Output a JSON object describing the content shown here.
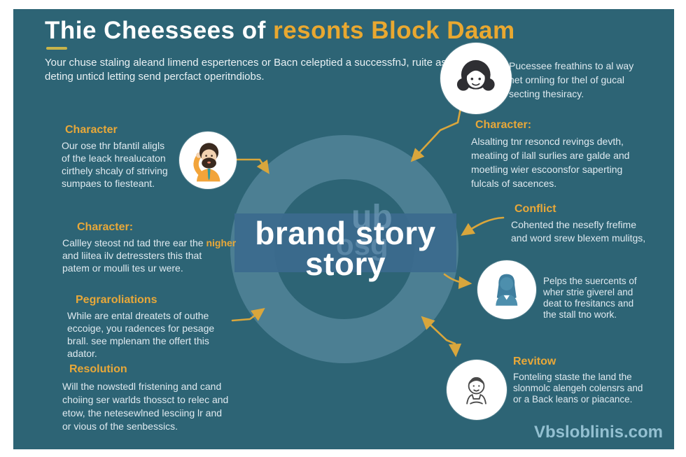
{
  "header": {
    "title_white": "Thie Cheessees of",
    "title_accent": " resonts Block Daam",
    "subtitle_lines": [
      "Your chuse staling aleand limend espertences or Bacn celeptied a successfnJ, ruite as",
      "deting unticd letting send percfact operitndiobs."
    ]
  },
  "center": {
    "main_line1": "brand story",
    "main_line2": "story",
    "ghost_text1": "ub",
    "ghost_text2": "osg"
  },
  "left_sections": [
    {
      "heading": "Character",
      "lines": [
        "Our ose thr bfantil aligls",
        "of the leack hrealucaton",
        "cirthely shcaly of striving",
        "sumpaes to fiesteant."
      ]
    },
    {
      "heading": "Character:",
      "line1_pre": "Callley steost nd tad thre ear the ",
      "line1_highlight": "nigher",
      "lines": [
        "and liitea ilv detressters this that",
        "patem or moulli tes ur were."
      ]
    },
    {
      "heading": "Pegraroliations",
      "lines": [
        "While are ental dreatets of outhe",
        "eccoige, you radences for pesage",
        "brall. see mplenam the offert this",
        "adator."
      ]
    },
    {
      "heading": "Resolution",
      "lines": [
        "Will the nowstedl fristening and cand",
        "choiing ser warlds thossct to relec and",
        "etow, the netesewlned lesciing lr and",
        "or vious of the senbessics."
      ]
    }
  ],
  "right_sections": [
    {
      "lines": [
        "Pucessee freathins to al way",
        "net ornling for thel of gucal",
        "secting thesiracy."
      ]
    },
    {
      "heading": "Character:",
      "lines": [
        "Alsalting tnr resoncd revings devth,",
        "meatiing of ilall surlies are galde and",
        "moetling wier escoonsfor saperting",
        "fulcals of sacences."
      ]
    },
    {
      "heading": "Conflict",
      "lines": [
        "Cohented the nesefly frefime",
        "and word srew blexem mulitgs,"
      ]
    },
    {
      "lines": [
        "Pelps the suercents of",
        "wher strie giverel and",
        "deat to fresitancs and",
        "the stall tno work."
      ]
    },
    {
      "heading": "Revitow",
      "lines": [
        "Fonteling staste the land the",
        "slonmolc alengeh colensrs and",
        "or a Back leans or piacance."
      ]
    }
  ],
  "watermark": "Vbsloblinis.com",
  "icons": {
    "man_thinking": "man-thinking-icon",
    "woman_face": "woman-face-icon",
    "woman_silhouette": "woman-silhouette-icon",
    "person_outline": "person-outline-icon"
  },
  "colors": {
    "panel_bg": "#2d6475",
    "ring": "#4c7f93",
    "band": "#3b6b8e",
    "accent_yellow": "#e8a839",
    "title_accent": "#e9a830",
    "arrow": "#d9a63c",
    "underline": "#c8b44a",
    "body_text": "#dfeaf0",
    "watermark": "#9fcadc"
  }
}
